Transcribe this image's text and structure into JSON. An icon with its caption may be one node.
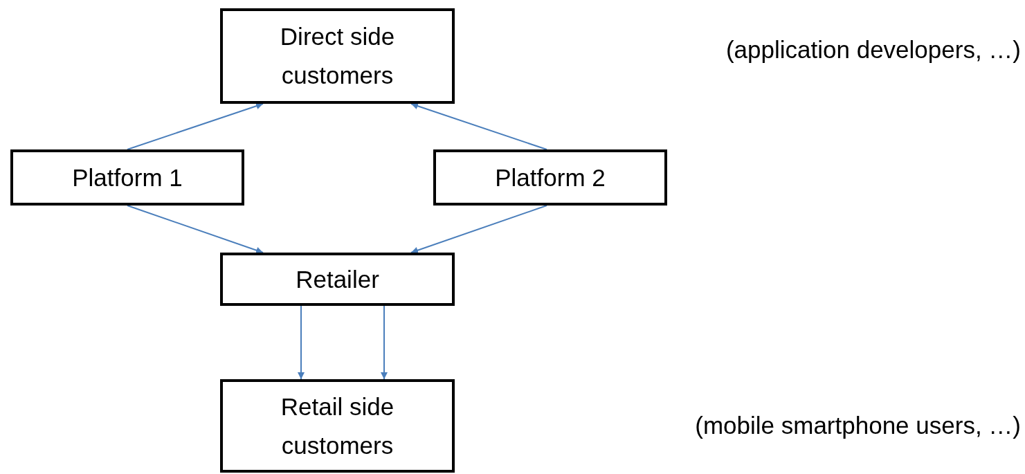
{
  "diagram": {
    "nodes": [
      {
        "text": [
          "Direct side customers"
        ]
      },
      {
        "text": [
          "Platform 1"
        ]
      },
      {
        "text": [
          "Platform 2"
        ]
      },
      {
        "text": [
          "Retailer"
        ]
      },
      {
        "text": [
          "Retail side customers"
        ]
      }
    ],
    "edges": [
      {
        "from": 1,
        "to": 0,
        "arrow": "to"
      },
      {
        "from": 2,
        "to": 0,
        "arrow": "to"
      },
      {
        "from": 1,
        "to": 3,
        "arrow": "to"
      },
      {
        "from": 2,
        "to": 3,
        "arrow": "to"
      },
      {
        "from": 3,
        "to": 4,
        "arrow": "to"
      },
      {
        "from": 3,
        "to": 4,
        "arrow": "to"
      }
    ],
    "labels": [
      "(application developers, …)",
      "(mobile smartphone users, …)"
    ]
  }
}
